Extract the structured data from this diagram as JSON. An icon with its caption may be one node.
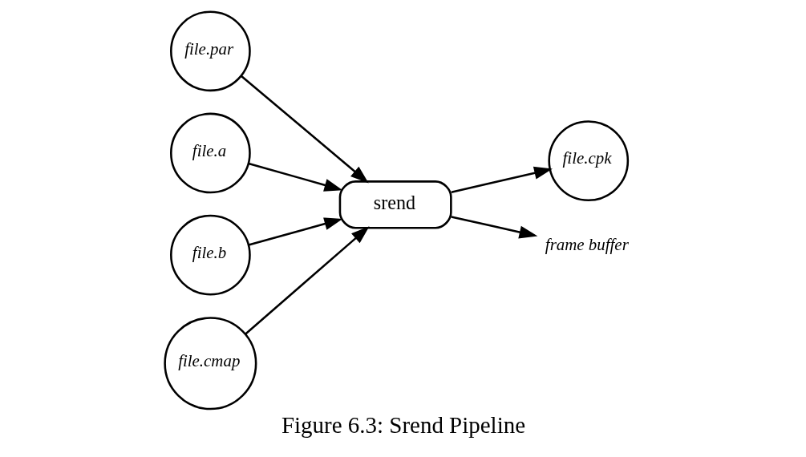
{
  "diagram": {
    "caption": "Figure 6.3: Srend Pipeline",
    "nodes": [
      {
        "text": [
          "file.par"
        ]
      },
      {
        "text": [
          "file.a"
        ]
      },
      {
        "text": [
          "file.b"
        ]
      },
      {
        "text": [
          "file.cmap"
        ]
      },
      {
        "text": [
          "srend"
        ]
      },
      {
        "text": [
          "file.cpk"
        ]
      },
      {
        "text": [
          "frame buffer"
        ]
      }
    ],
    "edges": [
      {
        "from": 0,
        "to": 4,
        "arrow": "to"
      },
      {
        "from": 1,
        "to": 4,
        "arrow": "to"
      },
      {
        "from": 2,
        "to": 4,
        "arrow": "to"
      },
      {
        "from": 3,
        "to": 4,
        "arrow": "to"
      },
      {
        "from": 4,
        "to": 5,
        "arrow": "to"
      },
      {
        "from": 4,
        "to": 6,
        "arrow": "to"
      }
    ]
  }
}
